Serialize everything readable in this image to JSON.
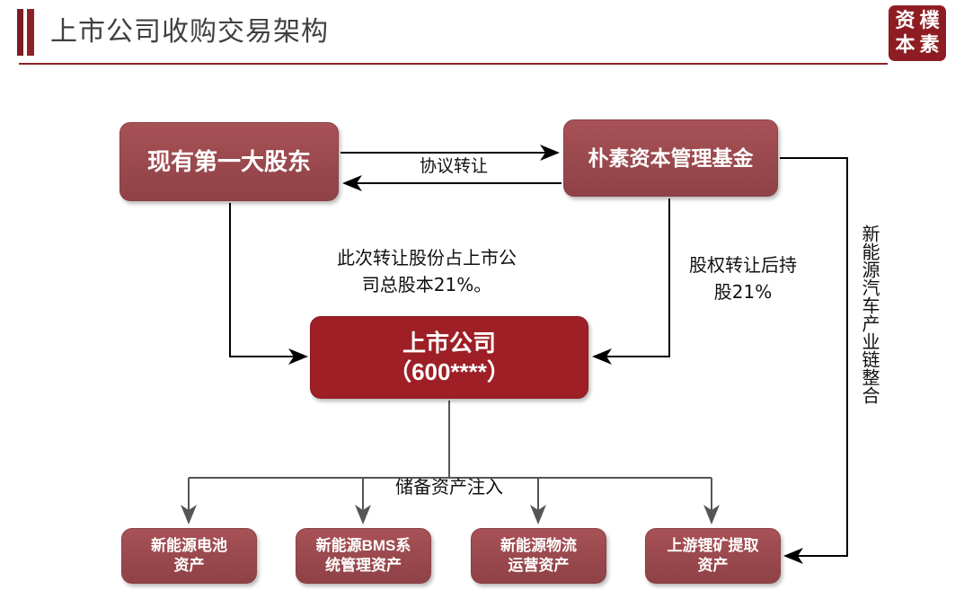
{
  "header": {
    "title": "上市公司收购交易架构",
    "accent_color": "#8d2126",
    "logo_chars": [
      "资",
      "樸",
      "本",
      "素"
    ]
  },
  "diagram": {
    "nodes": [
      {
        "id": "top-left",
        "label": "现有第一大股东",
        "color": "#9c4a4f"
      },
      {
        "id": "top-right",
        "label": "朴素资本管理基金",
        "color": "#9c4a4f"
      },
      {
        "id": "center",
        "label": "上市公司\n（600****）",
        "color": "#9e1f26"
      }
    ],
    "leaf_nodes": [
      {
        "id": "leaf-0",
        "label": "新能源电池\n资产"
      },
      {
        "id": "leaf-1",
        "label": "新能源BMS系\n统管理资产"
      },
      {
        "id": "leaf-2",
        "label": "新能源物流\n运营资产"
      },
      {
        "id": "leaf-3",
        "label": "上游锂矿提取\n资产"
      }
    ],
    "edge_labels": {
      "agreement_transfer": "协议转让",
      "transfer_share_pct": "此次转让股份占上市公\n司总股本21%。",
      "post_transfer_pct": "股权转让后持\n股21%",
      "reserve_injection": "储备资产注入",
      "industry_chain": "新能源汽车产业链整合"
    }
  }
}
